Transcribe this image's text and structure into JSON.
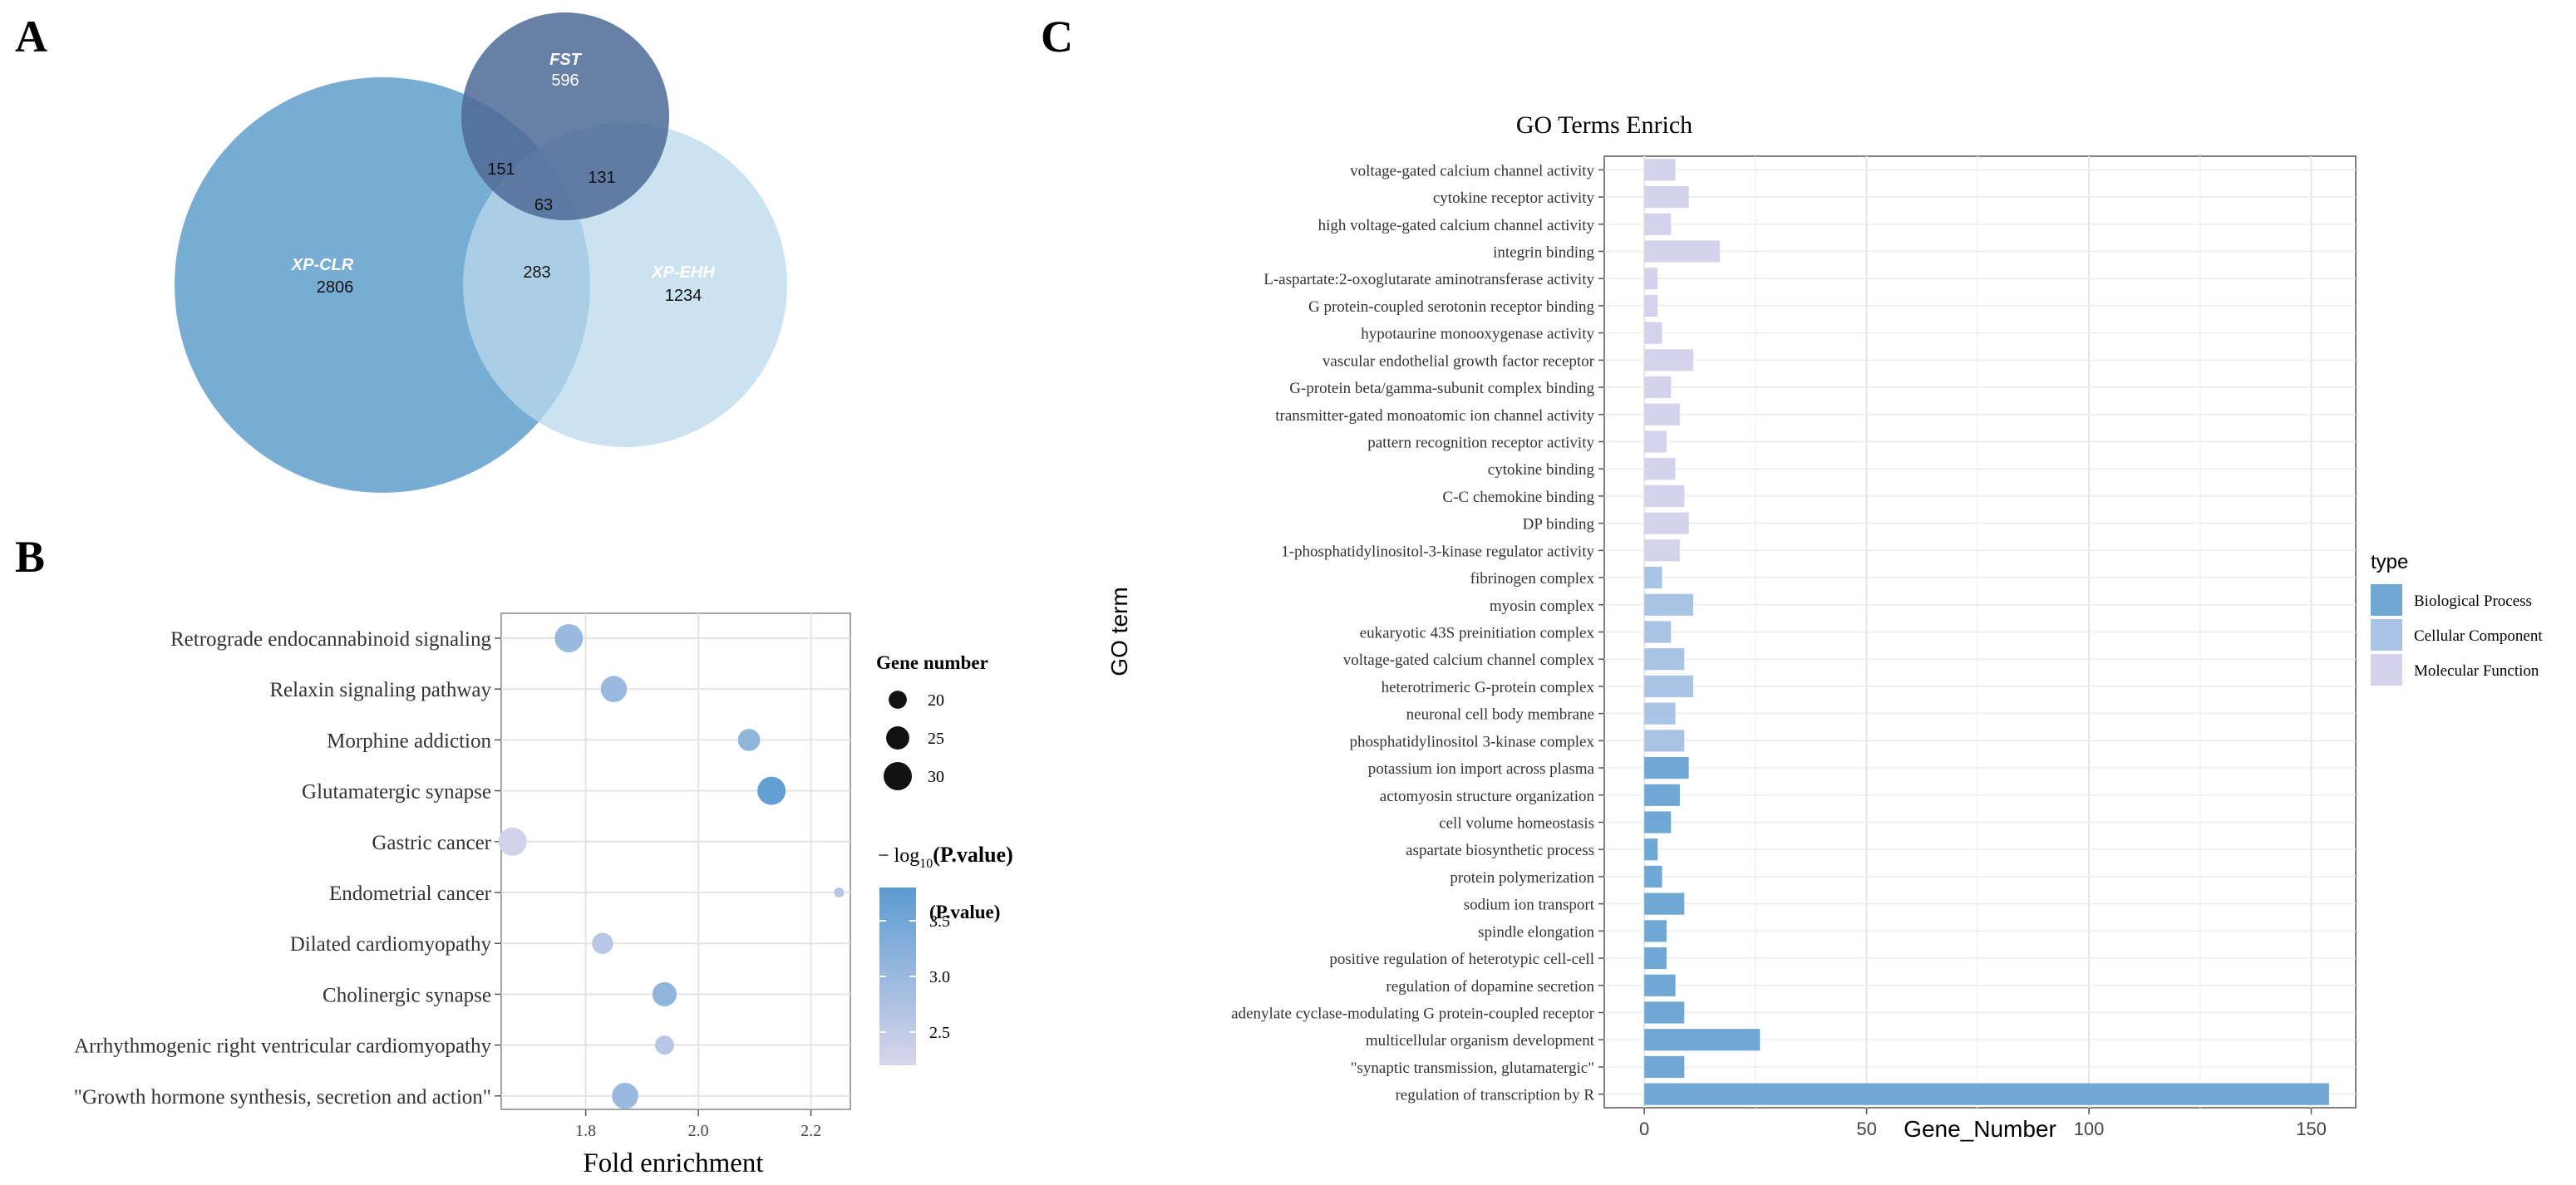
{
  "panel_labels": {
    "a": "A",
    "b": "B",
    "c": "C"
  },
  "chart_data": [
    {
      "type": "venn",
      "sets": [
        {
          "name": "FST",
          "value": 596,
          "color": "#4d6a95"
        },
        {
          "name": "XP-CLR",
          "value": 2806,
          "color": "#4a90c4"
        },
        {
          "name": "XP-EHH",
          "value": 1234,
          "color": "#b9d9ec"
        }
      ],
      "intersections": [
        {
          "sets": [
            "FST",
            "XP-CLR"
          ],
          "value": 151
        },
        {
          "sets": [
            "FST",
            "XP-EHH"
          ],
          "value": 131
        },
        {
          "sets": [
            "FST",
            "XP-CLR",
            "XP-EHH"
          ],
          "value": 63
        },
        {
          "sets": [
            "XP-CLR",
            "XP-EHH"
          ],
          "value": 283
        }
      ]
    },
    {
      "type": "scatter",
      "xlabel": "Fold enrichment",
      "xticks": [
        "1.8",
        "2.0",
        "2.2"
      ],
      "xlim": [
        1.65,
        2.27
      ],
      "categories": [
        "Retrograde endocannabinoid signaling",
        "Relaxin signaling pathway",
        "Morphine addiction",
        "Glutamatergic synapse",
        "Gastric cancer",
        "Endometrial cancer",
        "Dilated cardiomyopathy",
        "Cholinergic synapse",
        "Arrhythmogenic right ventricular cardiomyopathy",
        "\"Growth hormone synthesis, secretion and action\""
      ],
      "points": [
        {
          "category": "Retrograde endocannabinoid signaling",
          "fold": 1.77,
          "genes": 30,
          "logp": 3.0
        },
        {
          "category": "Relaxin signaling pathway",
          "fold": 1.85,
          "genes": 28,
          "logp": 3.0
        },
        {
          "category": "Morphine addiction",
          "fold": 2.09,
          "genes": 24,
          "logp": 3.1
        },
        {
          "category": "Glutamatergic synapse",
          "fold": 2.13,
          "genes": 30,
          "logp": 3.7
        },
        {
          "category": "Gastric cancer",
          "fold": 1.67,
          "genes": 30,
          "logp": 2.3
        },
        {
          "category": "Endometrial cancer",
          "fold": 2.25,
          "genes": 12,
          "logp": 2.6
        },
        {
          "category": "Dilated cardiomyopathy",
          "fold": 1.83,
          "genes": 23,
          "logp": 2.6
        },
        {
          "category": "Cholinergic synapse",
          "fold": 1.94,
          "genes": 26,
          "logp": 3.1
        },
        {
          "category": "Arrhythmogenic right ventricular cardiomyopathy",
          "fold": 1.94,
          "genes": 21,
          "logp": 2.6
        },
        {
          "category": "\"Growth hormone synthesis, secretion and action\"",
          "fold": 1.87,
          "genes": 28,
          "logp": 3.0
        }
      ],
      "size_legend": {
        "title": "Gene number",
        "values": [
          20,
          25,
          30
        ]
      },
      "color_legend": {
        "title_prefix": "− log",
        "title_sub": "10",
        "title_suffix": "(P.value)",
        "subtitle": "(P.value)",
        "ticks": [
          "2.5",
          "3.0",
          "3.5"
        ],
        "range": [
          2.2,
          3.8
        ],
        "low_color": "#d8d6ec",
        "high_color": "#5b9bd0"
      }
    },
    {
      "type": "bar",
      "orientation": "horizontal",
      "title": "GO Terms Enrich",
      "xlabel": "Gene_Number",
      "ylabel": "GO term",
      "xticks": [
        "0",
        "50",
        "100",
        "150"
      ],
      "xlim": [
        -9,
        160
      ],
      "legend": {
        "title": "type",
        "entries": [
          {
            "name": "Biological Process",
            "color": "#6fa8d4"
          },
          {
            "name": "Cellular Component",
            "color": "#a9c4e4"
          },
          {
            "name": "Molecular Function",
            "color": "#d5d3ec"
          }
        ]
      },
      "bars": [
        {
          "term": "voltage-gated calcium channel activity",
          "value": 7,
          "type": "Molecular Function"
        },
        {
          "term": "cytokine receptor activity",
          "value": 10,
          "type": "Molecular Function"
        },
        {
          "term": "high voltage-gated calcium channel activity",
          "value": 6,
          "type": "Molecular Function"
        },
        {
          "term": "integrin binding",
          "value": 17,
          "type": "Molecular Function"
        },
        {
          "term": "L-aspartate:2-oxoglutarate aminotransferase activity",
          "value": 3,
          "type": "Molecular Function"
        },
        {
          "term": "G protein-coupled serotonin receptor binding",
          "value": 3,
          "type": "Molecular Function"
        },
        {
          "term": "hypotaurine monooxygenase activity",
          "value": 4,
          "type": "Molecular Function"
        },
        {
          "term": "vascular endothelial growth factor receptor",
          "value": 11,
          "type": "Molecular Function"
        },
        {
          "term": "G-protein beta/gamma-subunit complex binding",
          "value": 6,
          "type": "Molecular Function"
        },
        {
          "term": "transmitter-gated monoatomic ion channel activity",
          "value": 8,
          "type": "Molecular Function"
        },
        {
          "term": "pattern recognition receptor activity",
          "value": 5,
          "type": "Molecular Function"
        },
        {
          "term": "cytokine binding",
          "value": 7,
          "type": "Molecular Function"
        },
        {
          "term": "C-C chemokine binding",
          "value": 9,
          "type": "Molecular Function"
        },
        {
          "term": "DP binding",
          "value": 10,
          "type": "Molecular Function"
        },
        {
          "term": "1-phosphatidylinositol-3-kinase regulator activity",
          "value": 8,
          "type": "Molecular Function"
        },
        {
          "term": "fibrinogen complex",
          "value": 4,
          "type": "Cellular Component"
        },
        {
          "term": "myosin complex",
          "value": 11,
          "type": "Cellular Component"
        },
        {
          "term": "eukaryotic 43S preinitiation complex",
          "value": 6,
          "type": "Cellular Component"
        },
        {
          "term": "voltage-gated calcium channel complex",
          "value": 9,
          "type": "Cellular Component"
        },
        {
          "term": "heterotrimeric G-protein complex",
          "value": 11,
          "type": "Cellular Component"
        },
        {
          "term": "neuronal cell body membrane",
          "value": 7,
          "type": "Cellular Component"
        },
        {
          "term": "phosphatidylinositol 3-kinase complex",
          "value": 9,
          "type": "Cellular Component"
        },
        {
          "term": "potassium ion import across plasma",
          "value": 10,
          "type": "Biological Process"
        },
        {
          "term": "actomyosin structure organization",
          "value": 8,
          "type": "Biological Process"
        },
        {
          "term": "cell volume homeostasis",
          "value": 6,
          "type": "Biological Process"
        },
        {
          "term": "aspartate biosynthetic process",
          "value": 3,
          "type": "Biological Process"
        },
        {
          "term": "protein polymerization",
          "value": 4,
          "type": "Biological Process"
        },
        {
          "term": "sodium ion transport",
          "value": 9,
          "type": "Biological Process"
        },
        {
          "term": "spindle elongation",
          "value": 5,
          "type": "Biological Process"
        },
        {
          "term": "positive regulation of heterotypic cell-cell",
          "value": 5,
          "type": "Biological Process"
        },
        {
          "term": "regulation of dopamine secretion",
          "value": 7,
          "type": "Biological Process"
        },
        {
          "term": "adenylate cyclase-modulating G protein-coupled receptor",
          "value": 9,
          "type": "Biological Process"
        },
        {
          "term": "multicellular organism development",
          "value": 26,
          "type": "Biological Process"
        },
        {
          "term": "\"synaptic transmission, glutamatergic\"",
          "value": 9,
          "type": "Biological Process"
        },
        {
          "term": "regulation of transcription by R",
          "value": 154,
          "type": "Biological Process"
        }
      ]
    }
  ]
}
